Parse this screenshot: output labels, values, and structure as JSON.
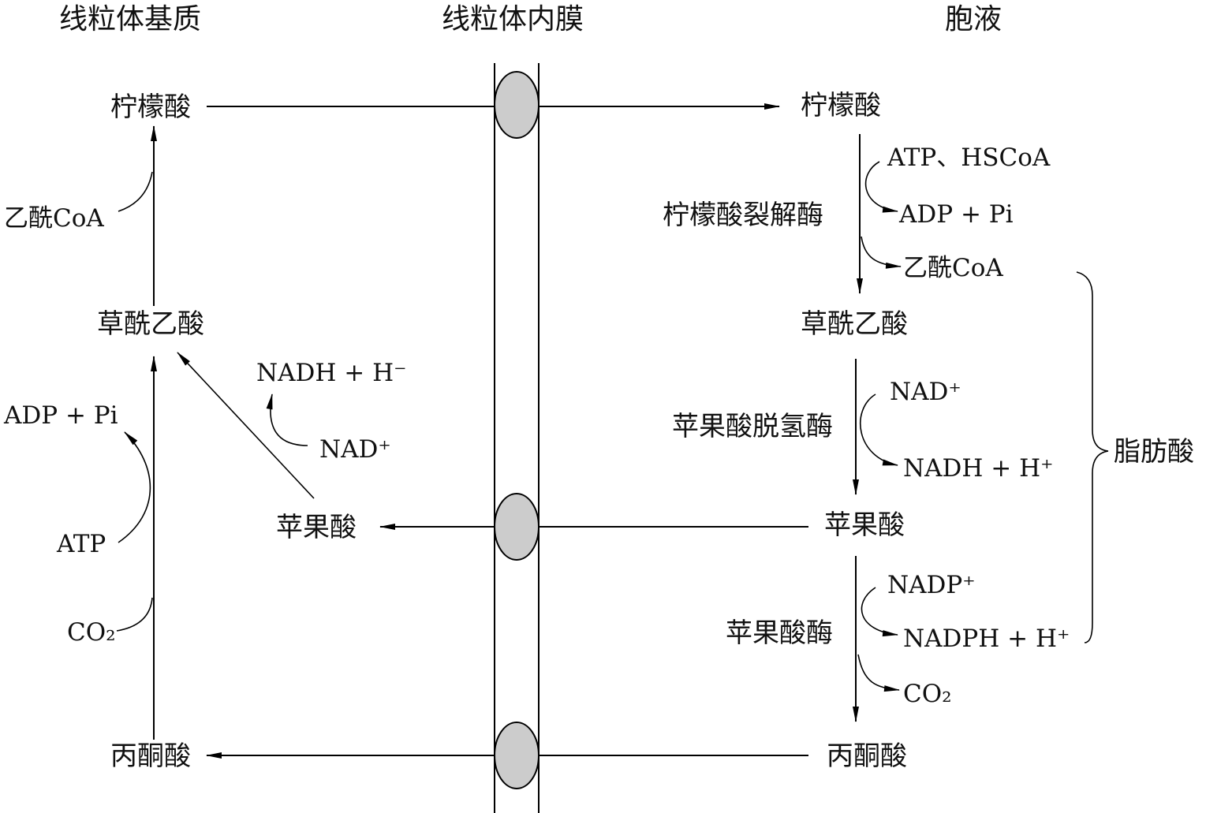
{
  "headers": {
    "matrix": "线粒体基质",
    "membrane": "线粒体内膜",
    "cytosol": "胞液"
  },
  "matrix": {
    "citrate": "柠檬酸",
    "acetyl_coa": "乙酰CoA",
    "oxaloacetate": "草酰乙酸",
    "adp_pi": "ADP + Pi",
    "nadh_h": "NADH + H⁻",
    "nad": "NAD⁺",
    "malate": "苹果酸",
    "atp": "ATP",
    "co2": "CO₂",
    "pyruvate": "丙酮酸"
  },
  "cytosol": {
    "citrate": "柠檬酸",
    "atp_hscoa": "ATP、HSCoA",
    "citrate_lyase": "柠檬酸裂解酶",
    "adp_pi": "ADP + Pi",
    "acetyl_coa": "乙酰CoA",
    "oxaloacetate": "草酰乙酸",
    "nad": "NAD⁺",
    "malate_dehydrogenase": "苹果酸脱氢酶",
    "nadh_h": "NADH + H⁺",
    "fatty_acid": "脂肪酸",
    "malate": "苹果酸",
    "nadp": "NADP⁺",
    "malic_enzyme": "苹果酸酶",
    "nadph_h": "NADPH + H⁺",
    "co2": "CO₂",
    "pyruvate": "丙酮酸"
  },
  "colors": {
    "line": "#000000",
    "transporter_fill": "#cccccc"
  }
}
